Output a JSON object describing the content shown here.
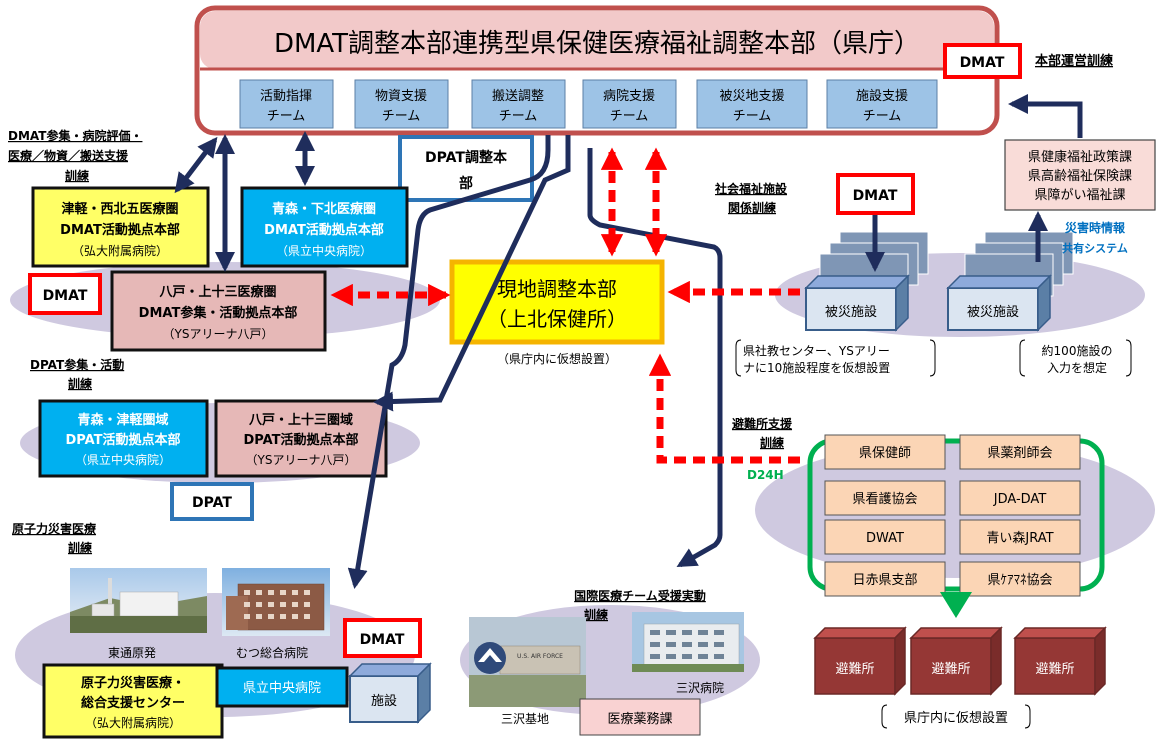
{
  "colors": {
    "hq_border": "#c0504d",
    "hq_title_fill": "#f2c9c9",
    "team_fill": "#9dc3e6",
    "navy": "#1f2d5c",
    "red": "#ff0000",
    "ellipse": "#cfc9e0",
    "yellow": "#ffff66",
    "blue_hub": "#00b0f0",
    "pink": "#e6b8b7",
    "salmon": "#fbd5b5",
    "green": "#00b050",
    "shelter": "#953735"
  },
  "hq": {
    "title": "DMAT調整本部連携型県保健医療福祉調整本部（県庁）",
    "dmat_badge": "DMAT",
    "drill_label": "本部運営訓練",
    "teams": [
      {
        "line1": "活動指揮",
        "line2": "チーム"
      },
      {
        "line1": "物資支援",
        "line2": "チーム"
      },
      {
        "line1": "搬送調整",
        "line2": "チーム"
      },
      {
        "line1": "病院支援",
        "line2": "チーム"
      },
      {
        "line1": "被災地支援",
        "line2": "チーム"
      },
      {
        "line1": "施設支援",
        "line2": "チーム"
      }
    ],
    "dpat_hq": {
      "line1": "DPAT調整本",
      "line2": "部"
    }
  },
  "pref_depts": {
    "line1": "県健康福祉政策課",
    "line2": "県高齢福祉保険課",
    "line3": "県障がい福祉課"
  },
  "dmat_drill": {
    "label1": "DMAT参集・病院評価・",
    "label2": "医療／物資／搬送支援",
    "label3": "訓練",
    "tsugaru": {
      "line1": "津軽・西北五医療圏",
      "line2": "DMAT活動拠点本部",
      "line3": "（弘大附属病院）"
    },
    "aomori": {
      "line1": "青森・下北医療圏",
      "line2": "DMAT活動拠点本部",
      "line3": "（県立中央病院）"
    },
    "hachinohe": {
      "line1": "八戸・上十三医療圏",
      "line2": "DMAT参集・活動拠点本部",
      "line3": "（YSアリーナ八戸）"
    },
    "dmat_badge": "DMAT"
  },
  "local_hq": {
    "line1": "現地調整本部",
    "line2": "（上北保健所）",
    "note": "（県庁内に仮想設置）"
  },
  "welfare": {
    "label1": "社会福祉施設",
    "label2": "関係訓練",
    "dmat_badge": "DMAT",
    "facility1": "被災施設",
    "facility2": "被災施設",
    "system1": "災害時情報",
    "system2": "共有システム",
    "note1a": "県社教センター、YSアリー",
    "note1b": "ナに10施設程度を仮想設置",
    "note2a": "約100施設の",
    "note2b": "入力を想定"
  },
  "dpat_drill": {
    "label1": "DPAT参集・活動",
    "label2": "訓練",
    "aomori": {
      "line1": "青森・津軽圏域",
      "line2": "DPAT活動拠点本部",
      "line3": "（県立中央病院）"
    },
    "hachinohe": {
      "line1": "八戸・上十三圏域",
      "line2": "DPAT活動拠点本部",
      "line3": "（YSアリーナ八戸）"
    },
    "dpat_badge": "DPAT"
  },
  "shelter_drill": {
    "label1": "避難所支援",
    "label2": "訓練",
    "d24h": "D24H",
    "orgs": [
      "県保健師",
      "県薬剤師会",
      "県看護協会",
      "JDA-DAT",
      "DWAT",
      "青い森JRAT",
      "日赤県支部",
      "県ｹｱﾏﾈ協会"
    ],
    "shelters": [
      "避難所",
      "避難所",
      "避難所"
    ],
    "note": "県庁内に仮想設置"
  },
  "nuclear_drill": {
    "label1": "原子力災害医療",
    "label2": "訓練",
    "photo1_caption": "東通原発",
    "photo2_caption": "むつ総合病院",
    "center": {
      "line1": "原子力災害医療・",
      "line2": "総合支援センター",
      "line3": "（弘大附属病院）"
    },
    "central_hospital": "県立中央病院",
    "facility": "施設",
    "dmat_badge": "DMAT"
  },
  "intl_drill": {
    "label1": "国際医療チーム受援実動",
    "label2": "訓練",
    "photo1_caption": "三沢基地",
    "photo2_caption": "三沢病院",
    "photo1_sign": "U.S. AIR FORCE",
    "office": "医療薬務課"
  }
}
